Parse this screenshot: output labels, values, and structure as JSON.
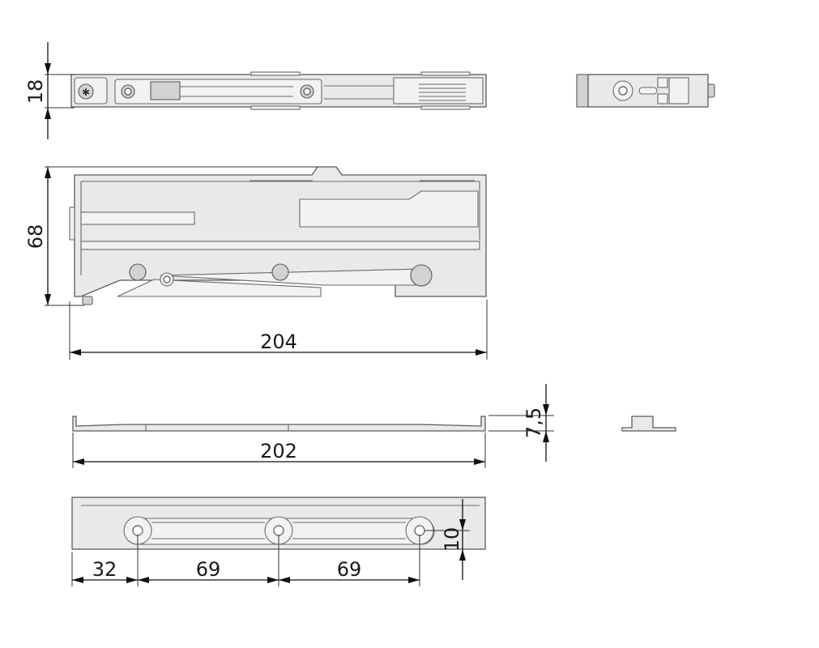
{
  "dimensions": {
    "height_top_view": "18",
    "height_side_view": "68",
    "length_body": "204",
    "plate_thickness": "7,5",
    "plate_length": "202",
    "hole_offset_first": "32",
    "hole_spacing_1": "69",
    "hole_spacing_2": "69",
    "hole_edge_distance": "10"
  }
}
